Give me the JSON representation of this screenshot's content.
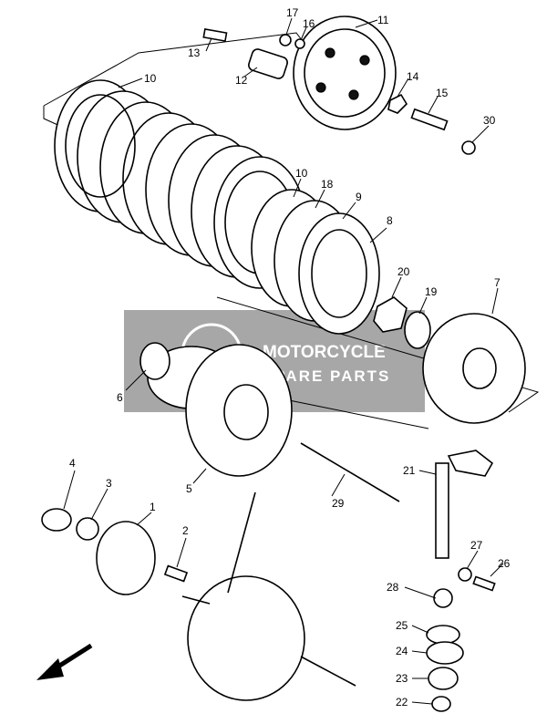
{
  "watermark": {
    "line1": "MOTORCYCLE",
    "line2": "SPARE PARTS",
    "badge_color": "#8a8a8a"
  },
  "callouts": {
    "p1": "1",
    "p2": "2",
    "p3": "3",
    "p4": "4",
    "p5": "5",
    "p6": "6",
    "p7": "7",
    "p8": "8",
    "p9": "9",
    "p10a": "10",
    "p10b": "10",
    "p11": "11",
    "p12": "12",
    "p13": "13",
    "p14": "14",
    "p15": "15",
    "p16": "16",
    "p17": "17",
    "p18": "18",
    "p19": "19",
    "p20": "20",
    "p21": "21",
    "p22": "22",
    "p23": "23",
    "p24": "24",
    "p25": "25",
    "p26": "26",
    "p27": "27",
    "p28": "28",
    "p29": "29",
    "p30": "30"
  },
  "icons": {
    "direction_arrow": "front-direction-arrow-icon"
  }
}
